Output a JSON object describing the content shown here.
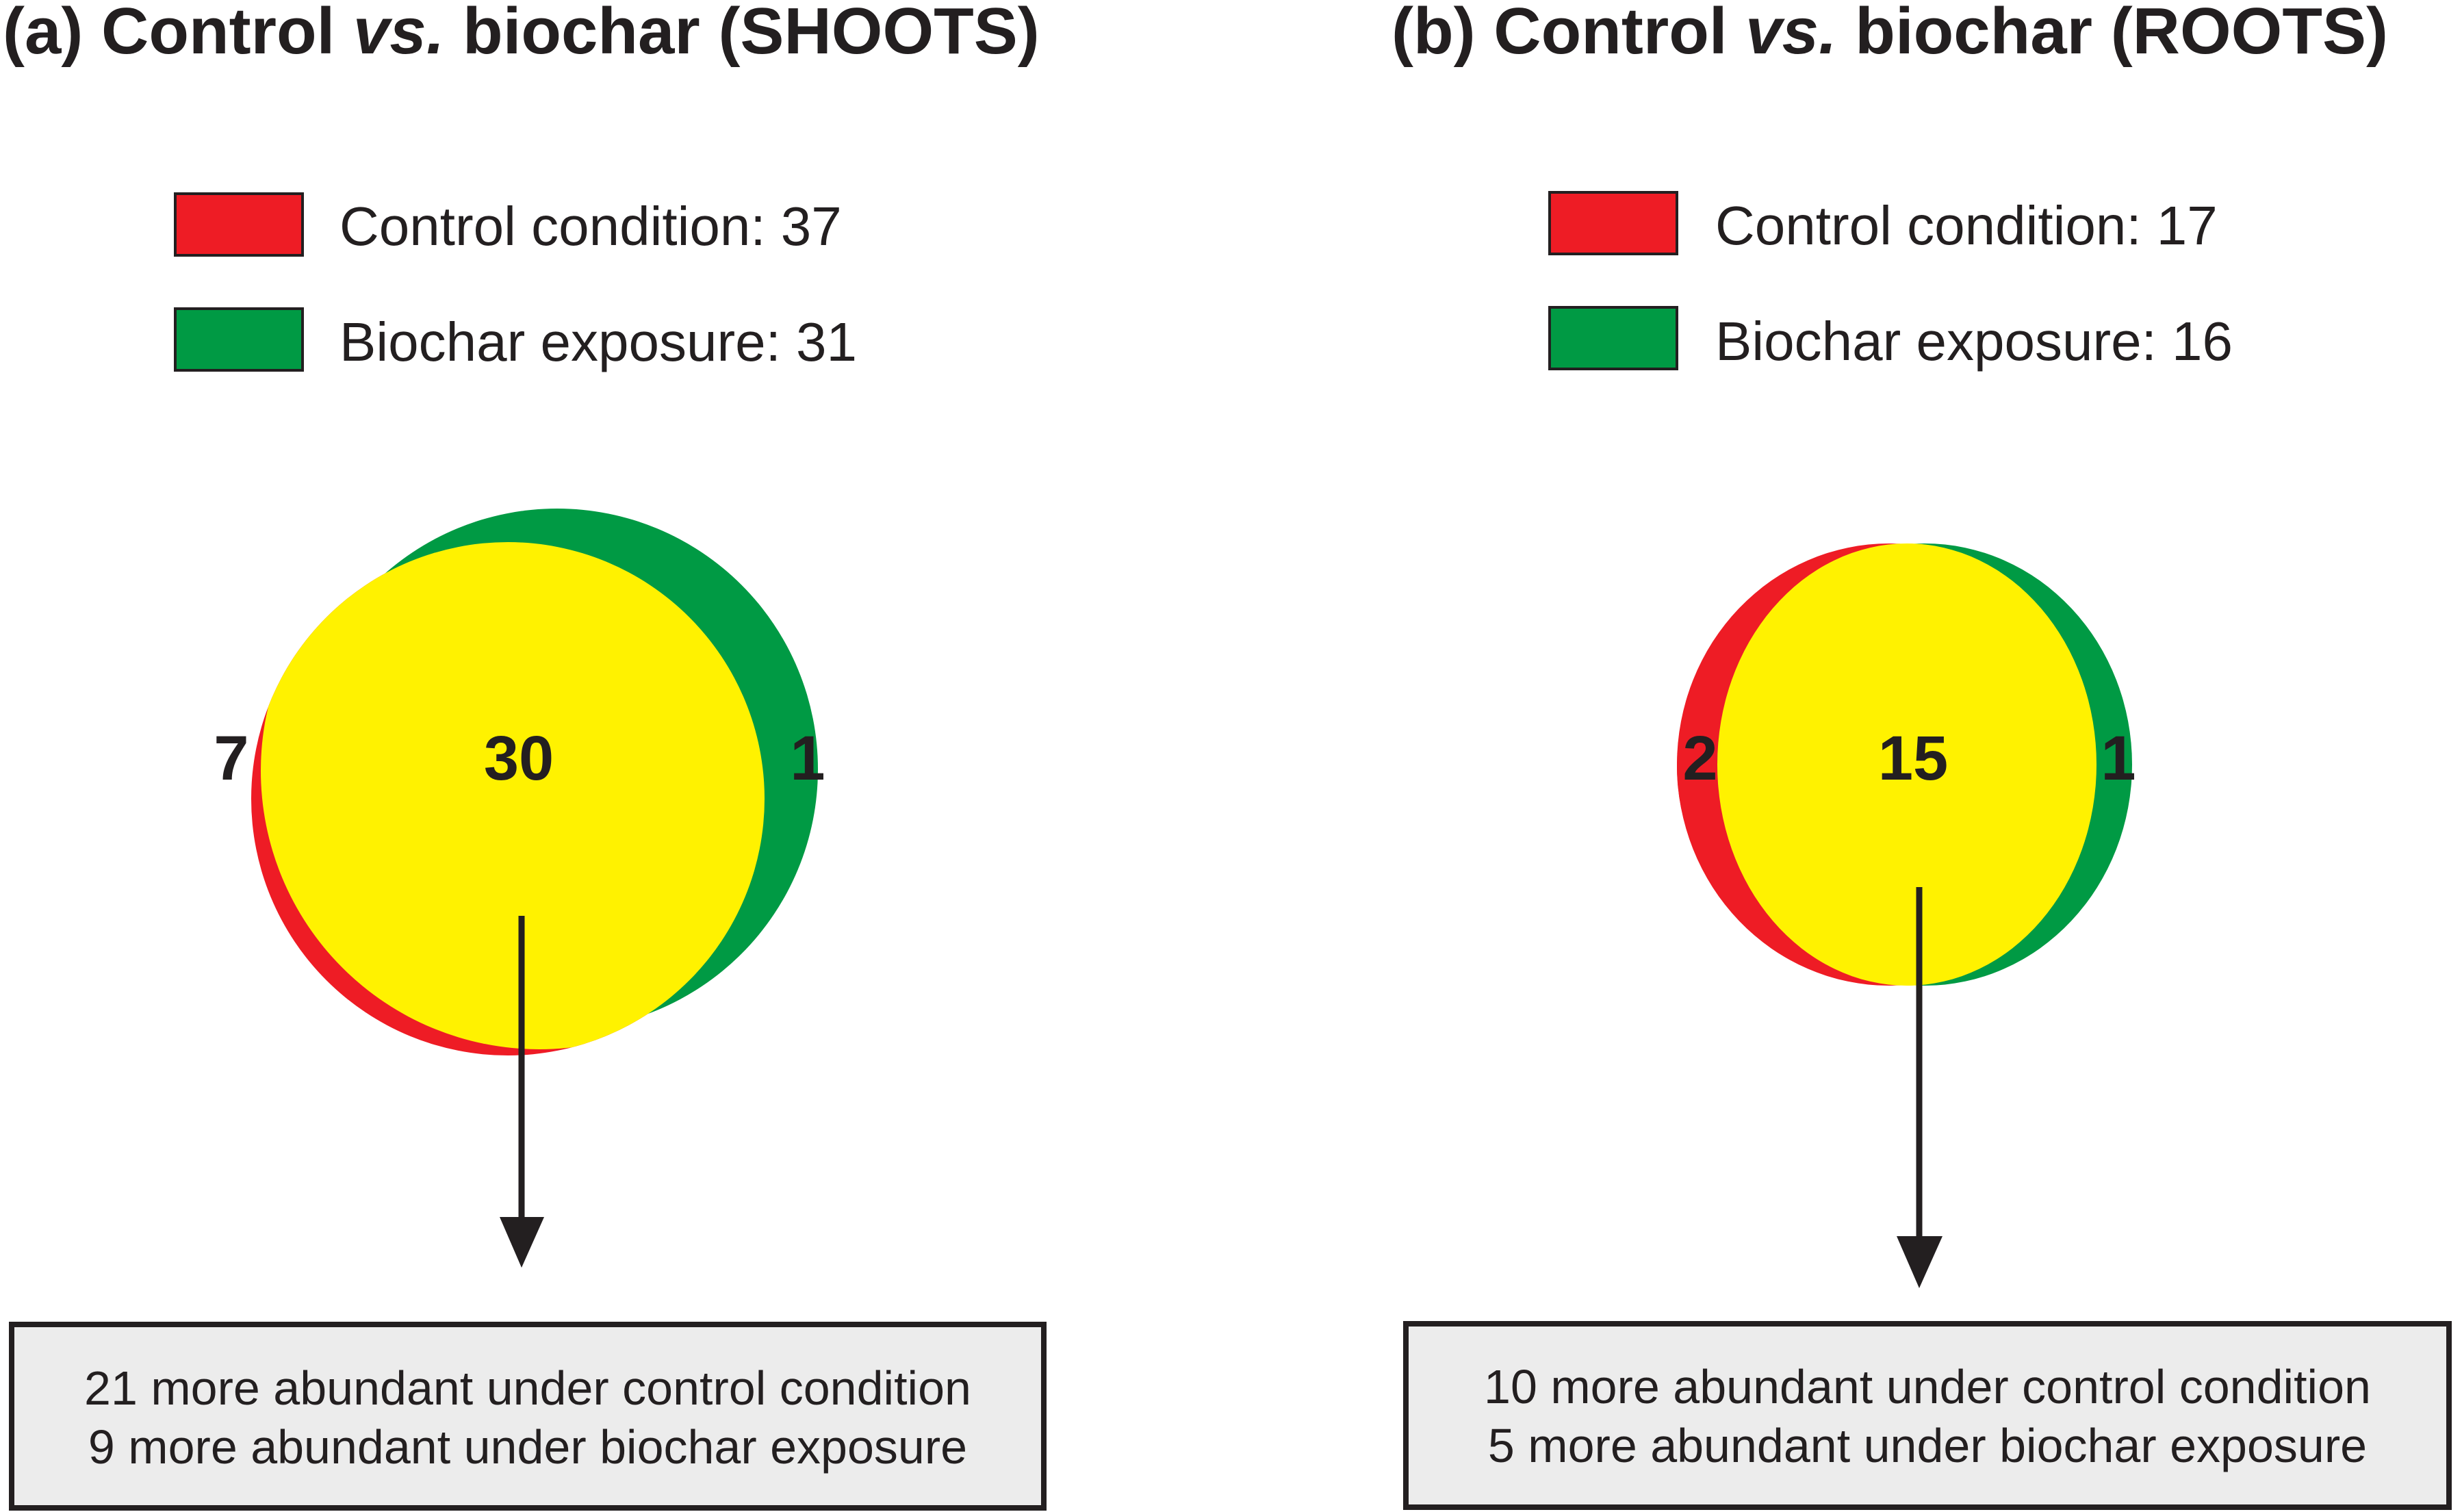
{
  "panels": [
    {
      "id": "a",
      "title_prefix": "(a) Control ",
      "title_italic": "vs.",
      "title_suffix": " biochar (SHOOTS)",
      "legend": [
        {
          "label": "Control condition: 37",
          "color": "#ee1c25"
        },
        {
          "label": "Biochar exposure: 31",
          "color": "#009a44"
        }
      ],
      "venn": {
        "only_control": "7",
        "shared": "30",
        "only_biochar": "1"
      },
      "summary": [
        "21 more abundant under control condition",
        "9 more abundant under biochar exposure"
      ]
    },
    {
      "id": "b",
      "title_prefix": "(b) Control ",
      "title_italic": "vs.",
      "title_suffix": " biochar (ROOTS)",
      "legend": [
        {
          "label": "Control condition: 17",
          "color": "#ee1c25"
        },
        {
          "label": "Biochar exposure: 16",
          "color": "#009a44"
        }
      ],
      "venn": {
        "only_control": "2",
        "shared": "15",
        "only_biochar": "1"
      },
      "summary": [
        "10 more abundant under control condition",
        "5 more abundant under biochar exposure"
      ]
    }
  ],
  "colors": {
    "control": "#ee1c25",
    "biochar": "#009a44",
    "overlap": "#fff200",
    "summary_box": "#ececec",
    "ink": "#231f20"
  }
}
